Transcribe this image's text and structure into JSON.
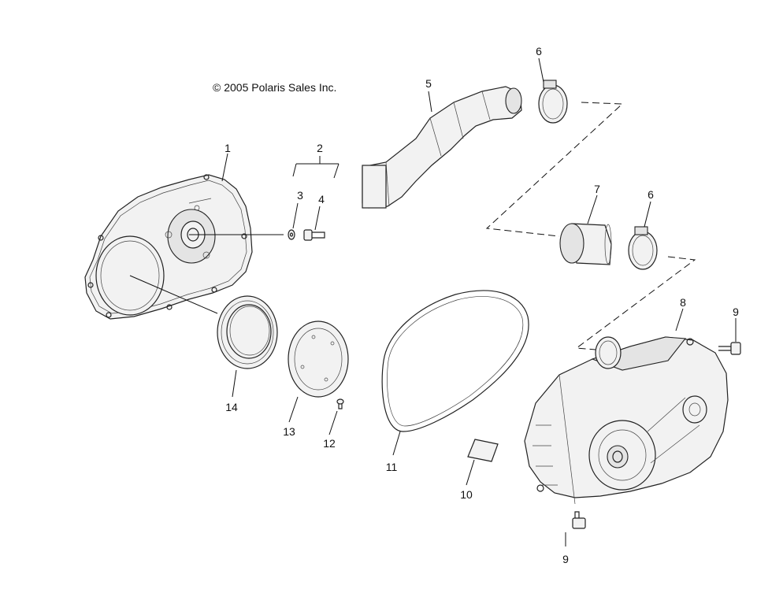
{
  "copyright": "© 2005 Polaris Sales Inc.",
  "callouts": [
    {
      "id": "c1",
      "label": "1"
    },
    {
      "id": "c2",
      "label": "2"
    },
    {
      "id": "c3",
      "label": "3"
    },
    {
      "id": "c4",
      "label": "4"
    },
    {
      "id": "c5",
      "label": "5"
    },
    {
      "id": "c6a",
      "label": "6"
    },
    {
      "id": "c6b",
      "label": "6"
    },
    {
      "id": "c7",
      "label": "7"
    },
    {
      "id": "c8",
      "label": "8"
    },
    {
      "id": "c9a",
      "label": "9"
    },
    {
      "id": "c9b",
      "label": "9"
    },
    {
      "id": "c10",
      "label": "10"
    },
    {
      "id": "c11",
      "label": "11"
    },
    {
      "id": "c12",
      "label": "12"
    },
    {
      "id": "c13",
      "label": "13"
    },
    {
      "id": "c14",
      "label": "14"
    }
  ]
}
